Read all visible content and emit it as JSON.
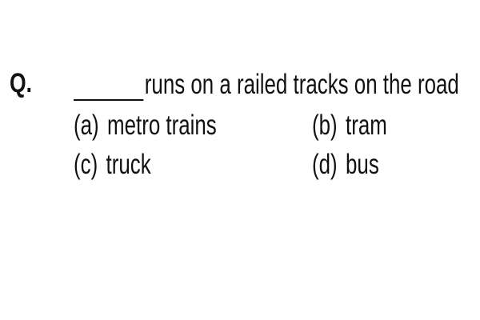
{
  "question": {
    "label": "Q.",
    "text": "runs on a railed tracks on the road"
  },
  "options": [
    {
      "key": "(a)",
      "text": "metro trains"
    },
    {
      "key": "(b)",
      "text": "tram"
    },
    {
      "key": "(c)",
      "text": "truck"
    },
    {
      "key": "(d)",
      "text": "bus"
    }
  ]
}
